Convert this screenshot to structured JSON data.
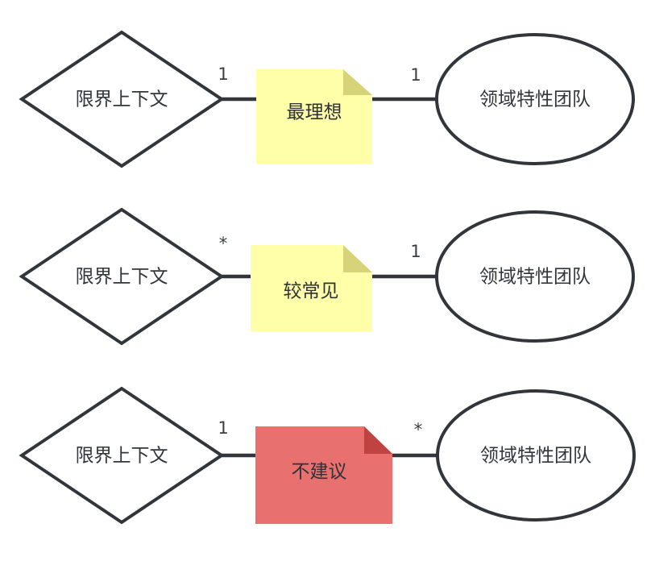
{
  "diagram": {
    "title": "",
    "background_color": "#FFFFFF",
    "stroke_color": "#32353A",
    "note_yellow_fill": "#FFFFAA",
    "note_yellow_fold": "#D6D378",
    "note_red_fill": "#E8706F",
    "note_red_fold": "#BF4341",
    "rows": [
      {
        "id": "row-ideal",
        "left_node": {
          "shape": "diamond",
          "label": "限界上下文"
        },
        "left_multiplicity": "1",
        "note": {
          "label": "最理想",
          "variant": "yellow"
        },
        "right_multiplicity": "1",
        "right_node": {
          "shape": "ellipse",
          "label": "领域特性团队"
        }
      },
      {
        "id": "row-common",
        "left_node": {
          "shape": "diamond",
          "label": "限界上下文"
        },
        "left_multiplicity": "*",
        "note": {
          "label": "较常见",
          "variant": "yellow"
        },
        "right_multiplicity": "1",
        "right_node": {
          "shape": "ellipse",
          "label": "领域特性团队"
        }
      },
      {
        "id": "row-discouraged",
        "left_node": {
          "shape": "diamond",
          "label": "限界上下文"
        },
        "left_multiplicity": "1",
        "note": {
          "label": "不建议",
          "variant": "red"
        },
        "right_multiplicity": "*",
        "right_node": {
          "shape": "ellipse",
          "label": "领域特性团队"
        }
      }
    ]
  }
}
